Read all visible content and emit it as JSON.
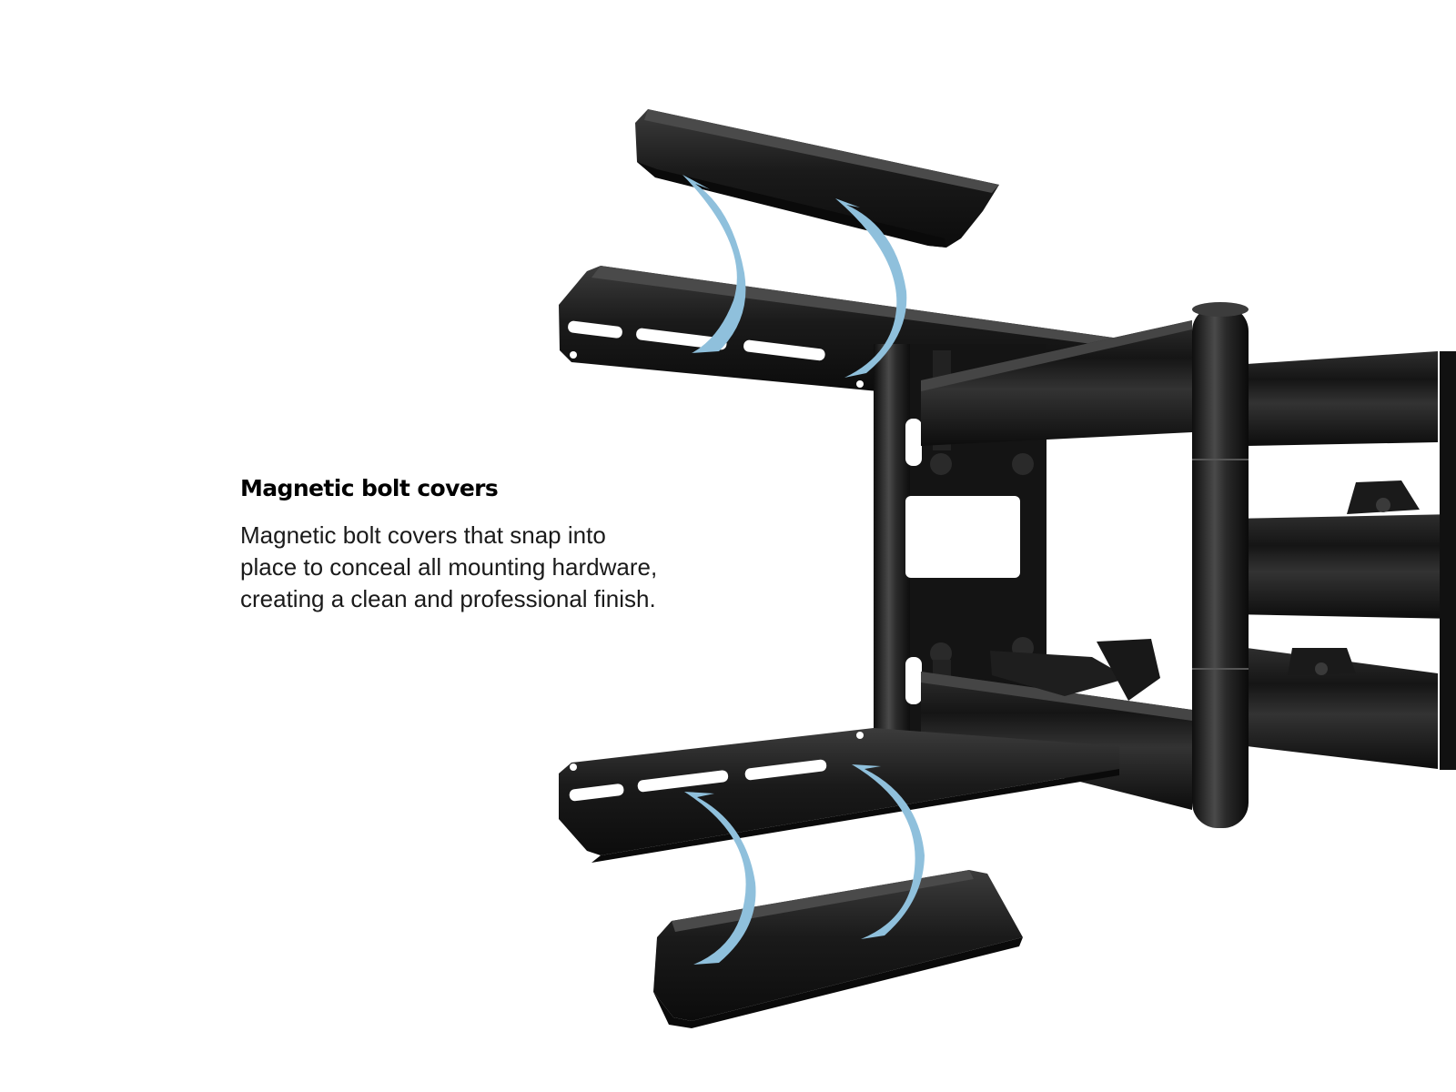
{
  "feature": {
    "title": "Magnetic bolt covers",
    "description_lines": [
      "Magnetic bolt covers that snap into",
      "place to conceal all mounting hardware,",
      "creating a clean and professional finish."
    ]
  },
  "colors": {
    "background": "#ffffff",
    "mount_black": "#121212",
    "mount_highlight": "#3a3a3a",
    "arrow_blue": "#8fc0dc",
    "text": "#111111"
  },
  "icons": {
    "arrow": "curved-arrow-icon"
  }
}
